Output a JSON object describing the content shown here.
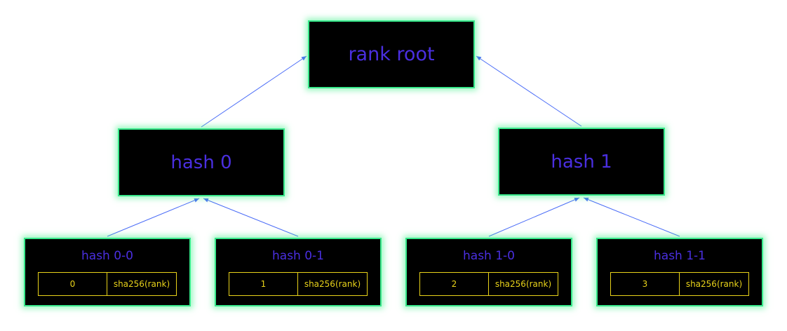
{
  "colors": {
    "background": "#ffffff",
    "node_fill": "#000000",
    "node_border": "#37e88a",
    "title_text": "#4a2fe0",
    "field_text": "#e8d21a",
    "arrow": "#4a6cf7"
  },
  "tree": {
    "root": {
      "title": "rank root"
    },
    "level1": [
      {
        "title": "hash 0"
      },
      {
        "title": "hash 1"
      }
    ],
    "leaves": [
      {
        "title": "hash 0-0",
        "value": "0",
        "hash": "sha256(rank)"
      },
      {
        "title": "hash 0-1",
        "value": "1",
        "hash": "sha256(rank)"
      },
      {
        "title": "hash 1-0",
        "value": "2",
        "hash": "sha256(rank)"
      },
      {
        "title": "hash 1-1",
        "value": "3",
        "hash": "sha256(rank)"
      }
    ]
  }
}
